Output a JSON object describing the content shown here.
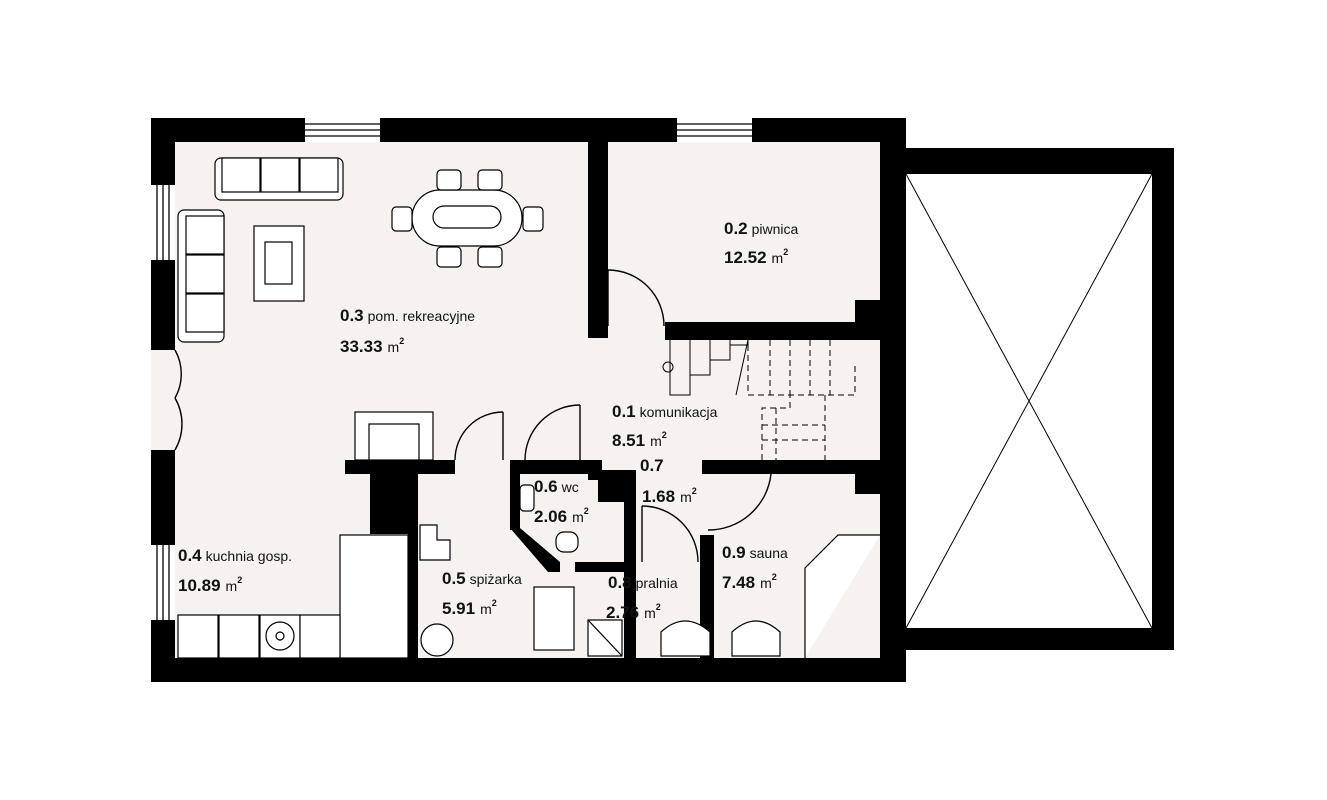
{
  "plan": {
    "wall_color": "#000000",
    "floor_color": "#f6f2ef",
    "rooms": [
      {
        "id": "r02",
        "num": "0.2",
        "name": "piwnica",
        "area": "12.52",
        "unit": "m",
        "sup": "2"
      },
      {
        "id": "r03",
        "num": "0.3",
        "name": "pom. rekreacyjne",
        "area": "33.33",
        "unit": "m",
        "sup": "2"
      },
      {
        "id": "r01",
        "num": "0.1",
        "name": "komunikacja",
        "area": "8.51",
        "unit": "m",
        "sup": "2"
      },
      {
        "id": "r07",
        "num": "0.7",
        "name": "",
        "area": "1.68",
        "unit": "m",
        "sup": "2"
      },
      {
        "id": "r06",
        "num": "0.6",
        "name": "wc",
        "area": "2.06",
        "unit": "m",
        "sup": "2"
      },
      {
        "id": "r04",
        "num": "0.4",
        "name": "kuchnia gosp.",
        "area": "10.89",
        "unit": "m",
        "sup": "2"
      },
      {
        "id": "r05",
        "num": "0.5",
        "name": "spiżarka",
        "area": "5.91",
        "unit": "m",
        "sup": "2"
      },
      {
        "id": "r08",
        "num": "0.8",
        "name": "pralnia",
        "area": "2.76",
        "unit": "m",
        "sup": "2"
      },
      {
        "id": "r09",
        "num": "0.9",
        "name": "sauna",
        "area": "7.48",
        "unit": "m",
        "sup": "2"
      }
    ]
  }
}
